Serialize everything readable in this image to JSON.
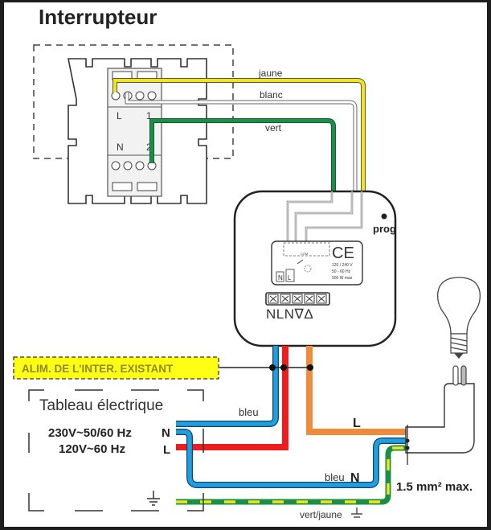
{
  "title": "Interrupteur",
  "switch": {
    "terminal_labels": [
      "L",
      "1",
      "N",
      "2"
    ]
  },
  "wires_top": [
    {
      "name": "jaune",
      "color": "#f2e51c"
    },
    {
      "name": "blanc",
      "color": "#ffffff"
    },
    {
      "name": "vert",
      "color": "#1a8f45"
    }
  ],
  "module": {
    "prog_label": "prog",
    "ce_mark": "CE",
    "com_label": "COM",
    "inner_terminals": [
      "N",
      "L"
    ],
    "specs": [
      "120 / 240 V",
      "50 - 60 Hz",
      "500 W max"
    ],
    "terminal_labels": "NLN∇Δ"
  },
  "existing_supply_label": "ALIM. DE L'INTER. EXISTANT",
  "panel": {
    "title": "Tableau électrique",
    "voltage_1": "230V~50/60 Hz",
    "voltage_2": "120V~60 Hz",
    "n_label": "N",
    "l_label": "L"
  },
  "wire_labels": {
    "bleu_upper": "bleu",
    "l_output": "L",
    "bleu_lower": "bleu",
    "n_lower": "N",
    "vert_jaune": "vert/jaune",
    "section": "1.5 mm² max."
  },
  "colors": {
    "blue": "#1e9fe0",
    "red": "#ee1c1c",
    "orange": "#f08a3c",
    "green": "#1a8f45",
    "yellow": "#f2e51c",
    "label_bg": "#ffff14",
    "label_text": "#8a8a2a"
  }
}
